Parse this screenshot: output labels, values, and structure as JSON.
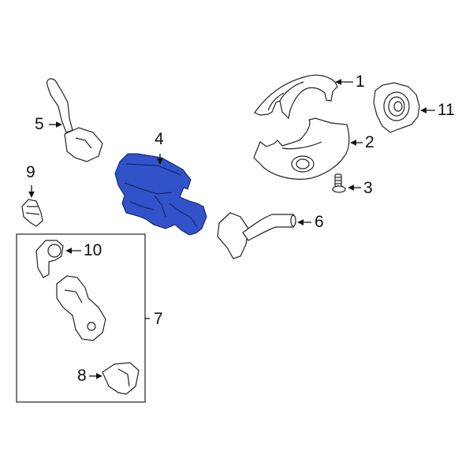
{
  "diagram": {
    "type": "exploded-parts-diagram",
    "highlight_color": "#3152c8",
    "line_color": "#222222",
    "highlighted_part": "4",
    "callouts": [
      {
        "id": "1",
        "label": "1"
      },
      {
        "id": "2",
        "label": "2"
      },
      {
        "id": "3",
        "label": "3"
      },
      {
        "id": "4",
        "label": "4"
      },
      {
        "id": "5",
        "label": "5"
      },
      {
        "id": "6",
        "label": "6"
      },
      {
        "id": "7",
        "label": "7"
      },
      {
        "id": "8",
        "label": "8"
      },
      {
        "id": "9",
        "label": "9"
      },
      {
        "id": "10",
        "label": "10"
      },
      {
        "id": "11",
        "label": "11"
      }
    ],
    "group_box": {
      "label": "7",
      "contains": [
        "8",
        "10"
      ]
    }
  }
}
